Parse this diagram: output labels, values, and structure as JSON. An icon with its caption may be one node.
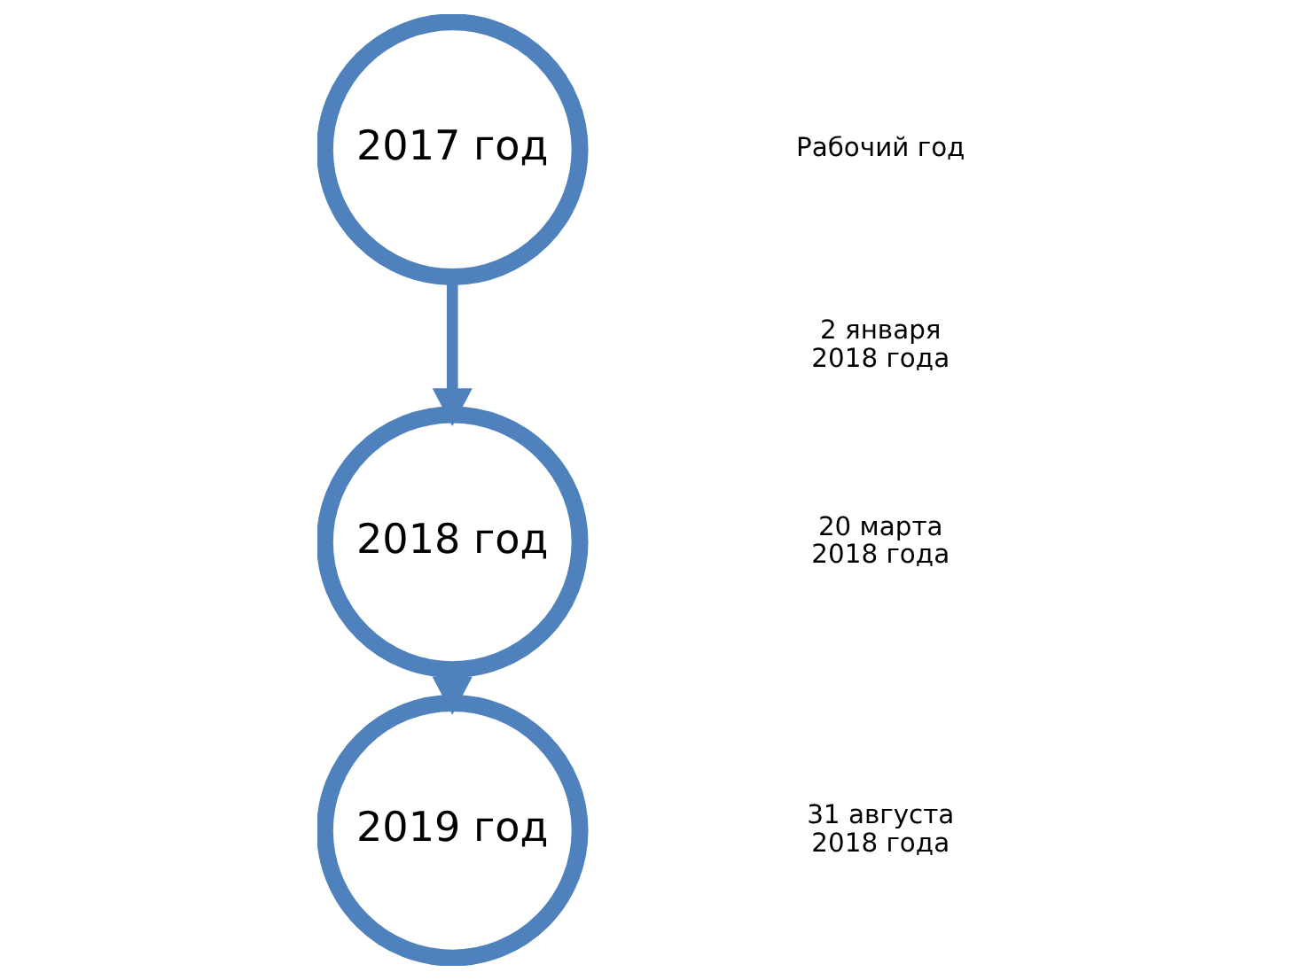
{
  "diagram": {
    "nodes": [
      {
        "text": [
          "2017 год"
        ]
      },
      {
        "text": [
          "2018 год"
        ]
      },
      {
        "text": [
          "2019 год"
        ]
      }
    ],
    "edges": [
      {
        "from": 0,
        "to": 1,
        "arrow": "to"
      },
      {
        "from": 1,
        "to": 2,
        "arrow": "to"
      }
    ],
    "labels": [
      "2 января 2018 года",
      "20 марта 2018 года",
      "31 августа 2018 года",
      "Рабочий год"
    ]
  }
}
